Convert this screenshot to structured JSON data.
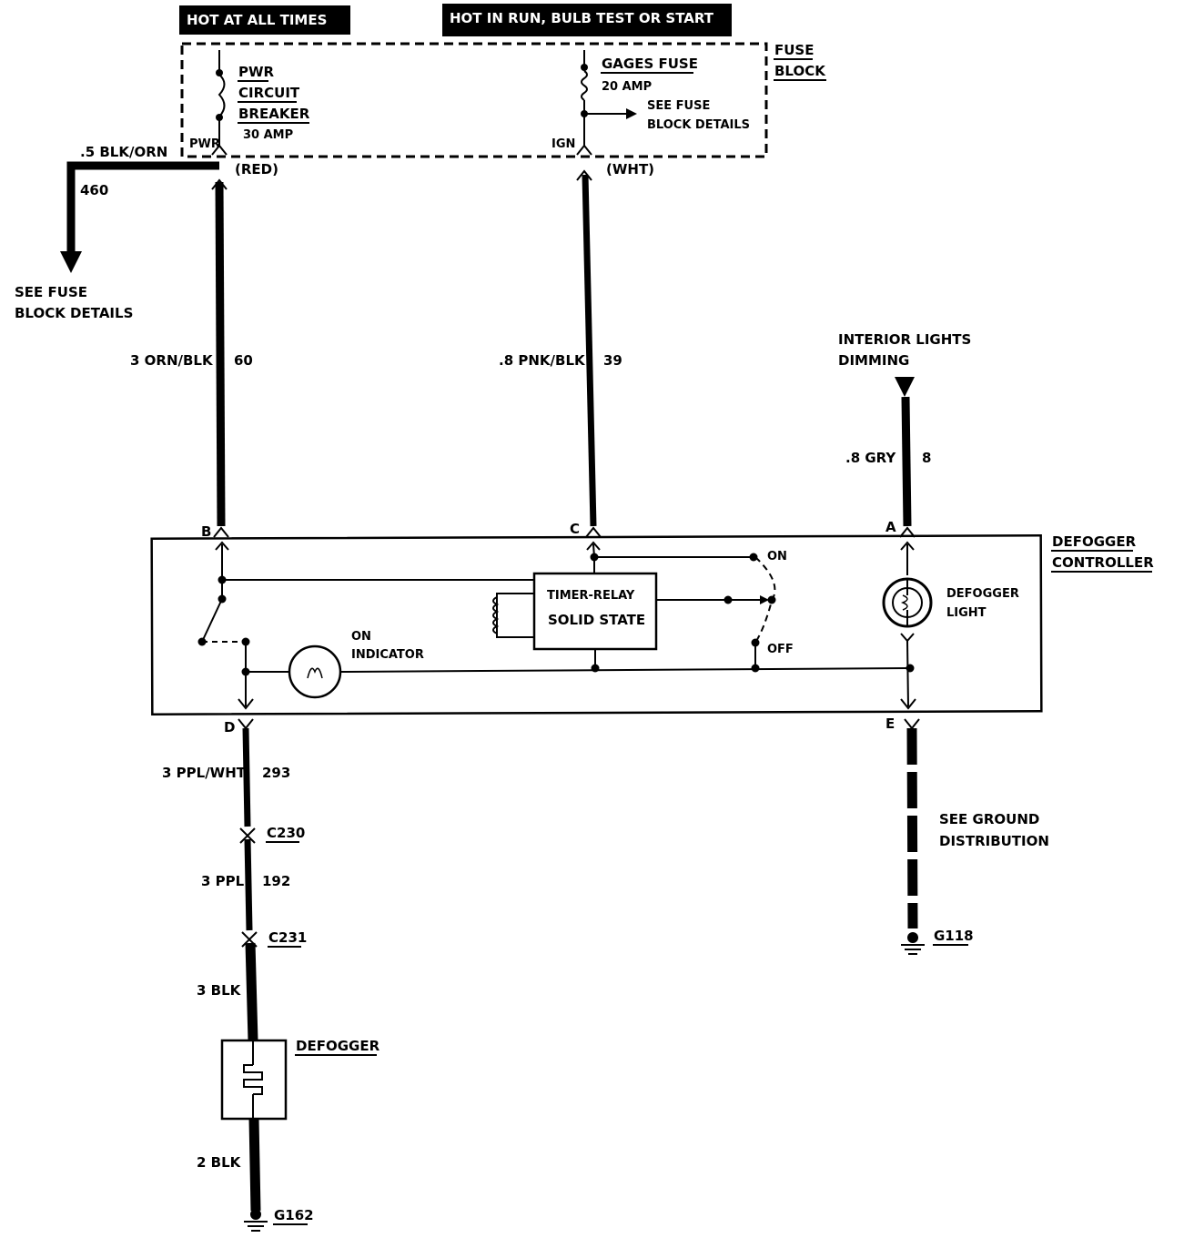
{
  "banners": {
    "hot_all_times": "HOT AT ALL TIMES",
    "hot_in_run": "HOT IN RUN, BULB TEST OR START"
  },
  "fuse_block": {
    "label_line1": "FUSE",
    "label_line2": "BLOCK",
    "breaker_line1": "PWR",
    "breaker_line2": "CIRCUIT",
    "breaker_line3": "BREAKER",
    "breaker_rating": "30 AMP",
    "gages_fuse": "GAGES FUSE",
    "gages_rating": "20 AMP",
    "see_fuse_line1": "SEE FUSE",
    "see_fuse_line2": "BLOCK DETAILS",
    "pwr_terminal": "PWR",
    "ign_terminal": "IGN",
    "red_connector": "(RED)",
    "wht_connector": "(WHT)"
  },
  "left_branch": {
    "wire_label": ".5 BLK/ORN",
    "circuit": "460",
    "see_fuse_line1": "SEE FUSE",
    "see_fuse_line2": "BLOCK DETAILS"
  },
  "wires": {
    "b_gauge_color": "3 ORN/BLK",
    "b_circuit": "60",
    "c_gauge_color": ".8 PNK/BLK",
    "c_circuit": "39",
    "a_gauge_color": ".8 GRY",
    "a_circuit": "8",
    "d_gauge_color": "3 PPL/WHT",
    "d_circuit": "293",
    "c230_gauge_color": "3 PPL",
    "c230_circuit": "192",
    "c231_gauge_color": "3 BLK",
    "ground_gauge_color": "2 BLK"
  },
  "interior_lights": {
    "line1": "INTERIOR LIGHTS",
    "line2": "DIMMING"
  },
  "controller": {
    "label_line1": "DEFOGGER",
    "label_line2": "CONTROLLER",
    "timer_line1": "TIMER-RELAY",
    "timer_line2": "SOLID STATE",
    "on_indicator_line1": "ON",
    "on_indicator_line2": "INDICATOR",
    "defogger_light_line1": "DEFOGGER",
    "defogger_light_line2": "LIGHT",
    "switch_on": "ON",
    "switch_off": "OFF",
    "pin_a": "A",
    "pin_b": "B",
    "pin_c": "C",
    "pin_d": "D",
    "pin_e": "E"
  },
  "connectors": {
    "c230": "C230",
    "c231": "C231"
  },
  "defogger": {
    "label": "DEFOGGER"
  },
  "grounds": {
    "g162": "G162",
    "g118": "G118",
    "see_ground_line1": "SEE GROUND",
    "see_ground_line2": "DISTRIBUTION"
  },
  "colors": {
    "ink": "#000000",
    "paper": "#ffffff"
  }
}
